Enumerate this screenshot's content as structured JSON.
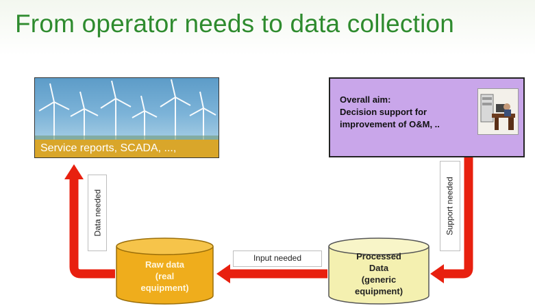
{
  "title": "From operator needs to data collection",
  "farm": {
    "caption": "Service reports, SCADA, ...,"
  },
  "aim": {
    "lines": [
      "Overall aim:",
      "Decision support for",
      "improvement of O&M, .."
    ]
  },
  "raw_data": {
    "lines": [
      "Raw data",
      "(real",
      "equipment)"
    ]
  },
  "processed_data": {
    "lines": [
      "Processed",
      "Data",
      "(generic",
      "equipment)"
    ]
  },
  "arrows": {
    "data_needed": "Data needed",
    "input_needed": "Input needed",
    "support_needed": "Support needed"
  },
  "colors": {
    "title": "#2e8b2e",
    "arrow": "#e8200f",
    "aim_box": "#c9a6ea",
    "raw_cylinder": "#efad1c",
    "processed_cylinder": "#f4f0b0",
    "farm_caption": "#d9a62a"
  }
}
